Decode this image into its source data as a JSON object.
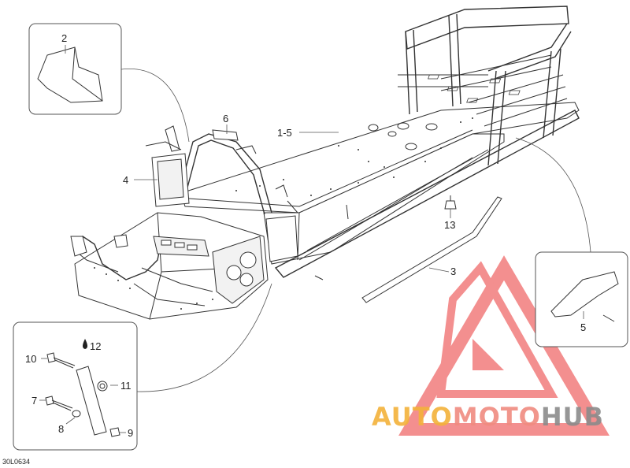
{
  "callouts": {
    "c2": "2",
    "c6": "6",
    "c15": "1-5",
    "c4": "4",
    "c13": "13",
    "c3": "3",
    "c5": "5",
    "c12": "12",
    "c10": "10",
    "c11": "11",
    "c7": "7",
    "c8": "8",
    "c9": "9"
  },
  "diagram_code": "30L0634",
  "watermark": {
    "part1": "AUTO",
    "part2": "MOTO",
    "part3": "HUB",
    "colors": {
      "auto": "#f3b23a",
      "moto": "#f08b80",
      "hub": "#8b8b8b",
      "triangle": "#f06a6a"
    }
  }
}
